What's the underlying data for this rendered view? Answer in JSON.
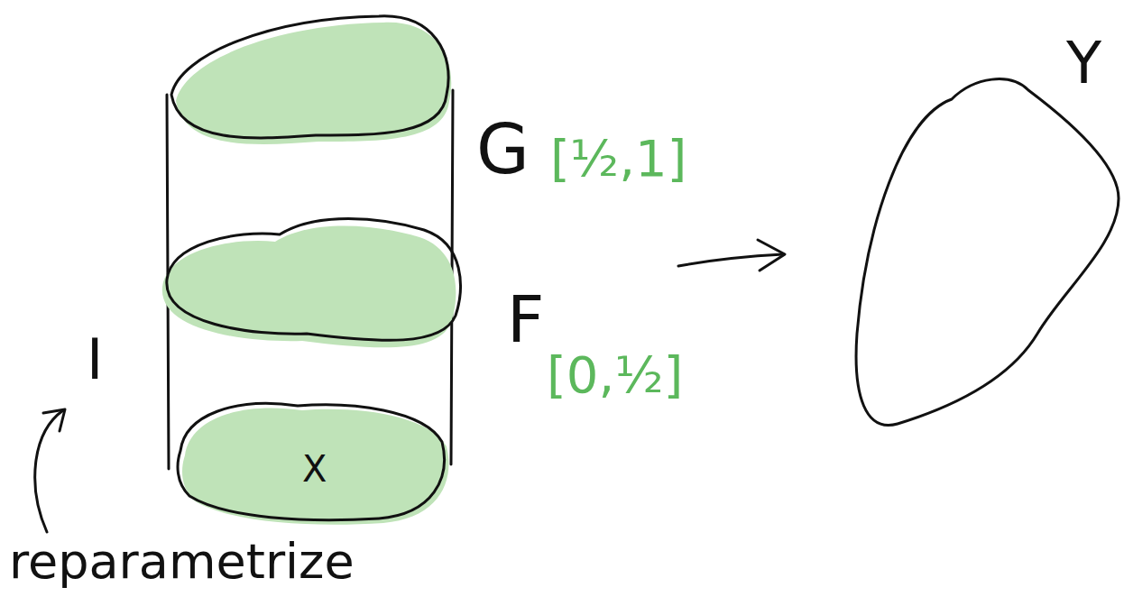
{
  "diagram": {
    "labels": [
      "G",
      "[½,1]",
      "F",
      "[0,½]",
      "I",
      "X",
      "Y",
      "reparametrize"
    ]
  }
}
